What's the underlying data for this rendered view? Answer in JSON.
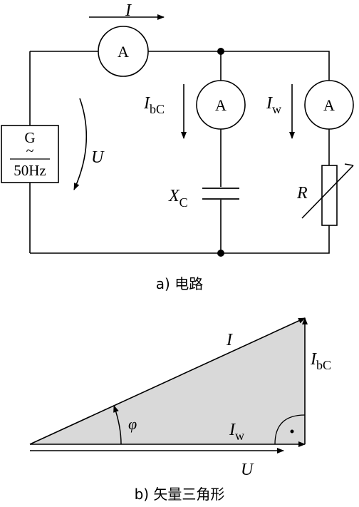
{
  "circuit": {
    "caption": "a) 电路",
    "source": {
      "label": "G",
      "symbol": "~",
      "frequency": "50Hz"
    },
    "meter_label": "A",
    "current_total": {
      "symbol": "I"
    },
    "current_capacitive": {
      "symbol": "I",
      "subscript": "bC"
    },
    "current_resistive": {
      "symbol": "I",
      "subscript": "w"
    },
    "voltage": {
      "symbol": "U"
    },
    "capacitor": {
      "symbol": "X",
      "subscript": "C"
    },
    "resistor": {
      "symbol": "R"
    }
  },
  "vector_triangle": {
    "caption": "b) 矢量三角形",
    "hypotenuse": {
      "symbol": "I"
    },
    "vertical": {
      "symbol": "I",
      "subscript": "bC"
    },
    "horizontal": {
      "symbol": "I",
      "subscript": "w"
    },
    "voltage": {
      "symbol": "U"
    },
    "angle": {
      "symbol": "φ"
    },
    "fill_color": "#d9d9d9"
  }
}
